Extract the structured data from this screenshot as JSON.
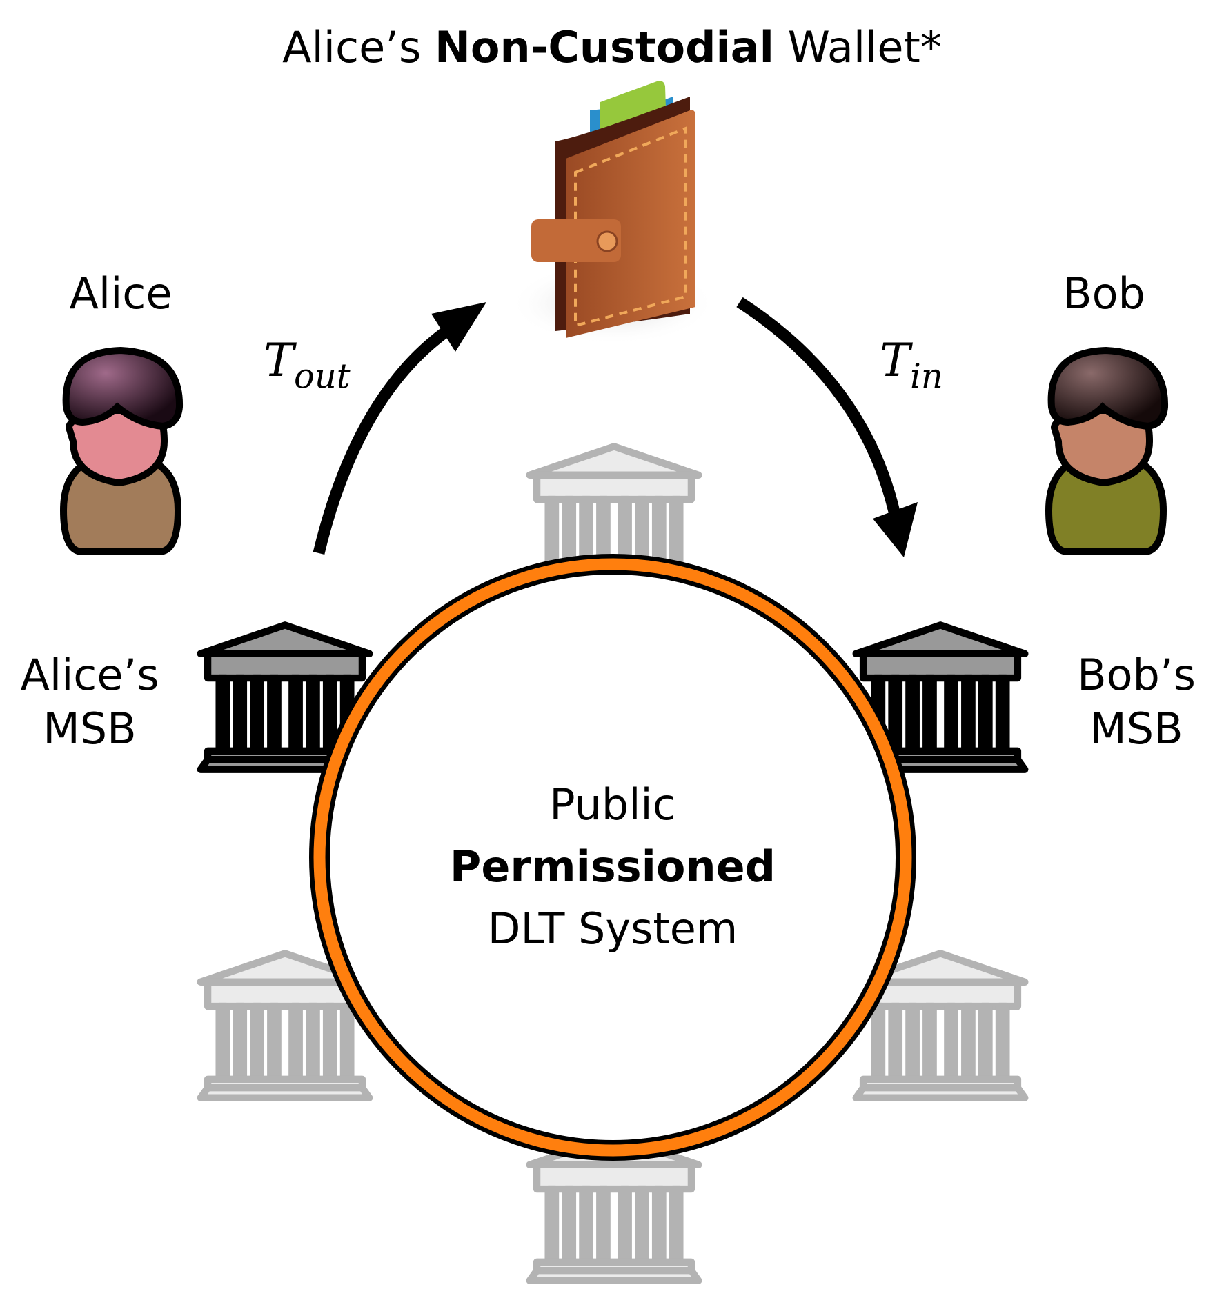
{
  "title": {
    "prefix": "Alice’s",
    "bold": "Non-Custodial",
    "suffix": "Wallet*"
  },
  "alice": {
    "name": "Alice",
    "msb_line1": "Alice’s",
    "msb_line2": "MSB"
  },
  "bob": {
    "name": "Bob",
    "msb_line1": "Bob’s",
    "msb_line2": "MSB"
  },
  "transactions": {
    "out": {
      "base": "T",
      "sub": "out"
    },
    "in": {
      "base": "T",
      "sub": "in"
    }
  },
  "system": {
    "line1": "Public",
    "line2_bold": "Permissioned",
    "line3": "DLT System"
  },
  "colors": {
    "ring": "#ff7f0e",
    "active_bank": "#999999",
    "inactive_bank": "#b3b3b3",
    "alice_skin": "#e38a92",
    "alice_shirt": "#a27c5a",
    "bob_skin": "#c58469",
    "bob_shirt": "#808026",
    "wallet_leather": "#b9602f"
  },
  "icons": [
    "wallet-icon",
    "person-icon",
    "bank-icon",
    "arrow-icon"
  ]
}
